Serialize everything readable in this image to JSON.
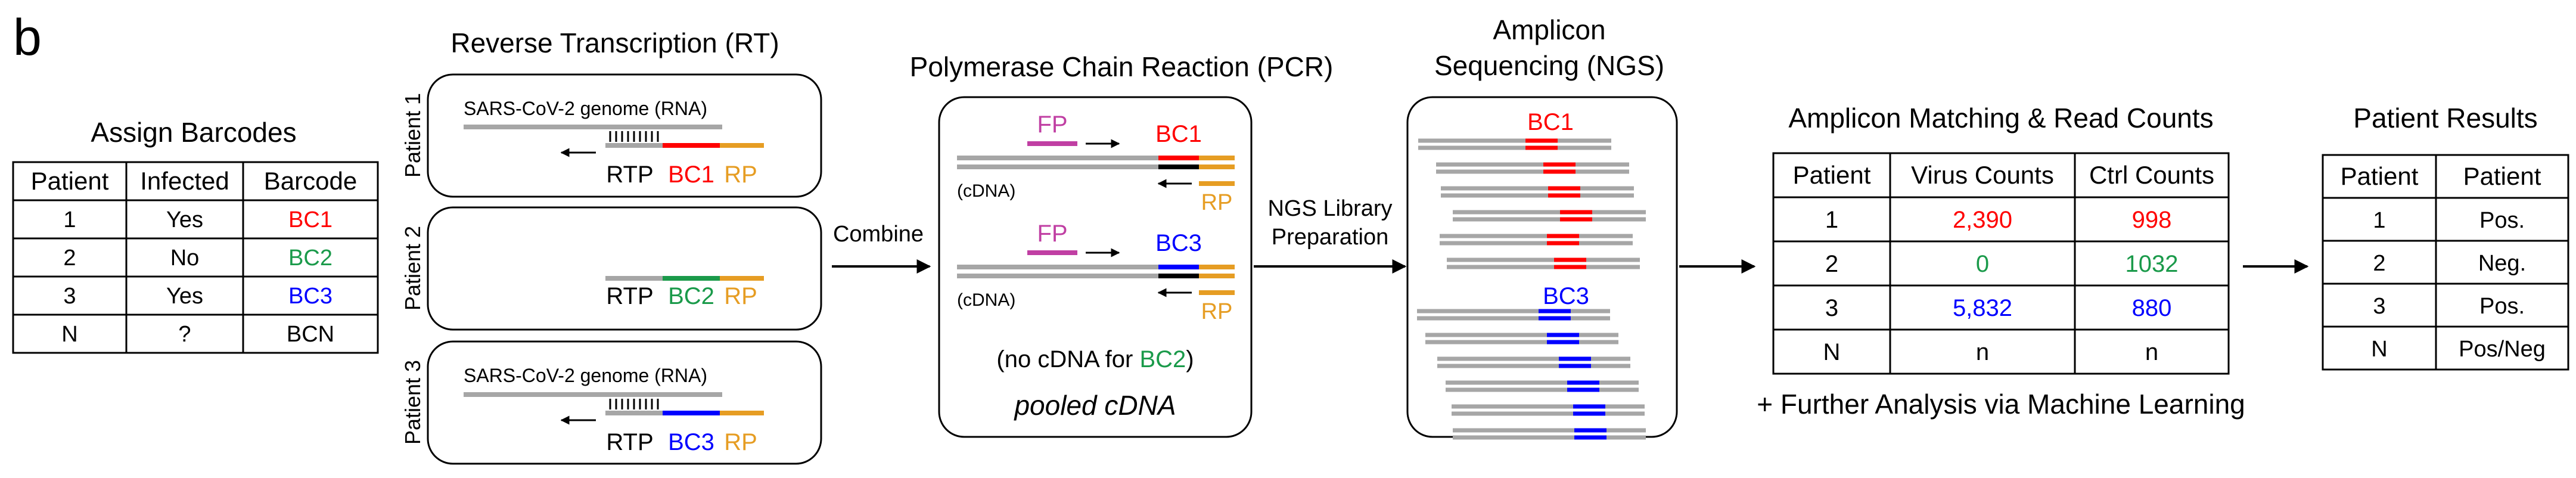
{
  "colors": {
    "bc1": "#ff0000",
    "bc2": "#1a9a4a",
    "bc3": "#0000ff",
    "rp": "#e69d23",
    "fp": "#c03fa3",
    "strand": "#a6a6a6",
    "outline": "#000000"
  },
  "panel_label": "b",
  "barcodes": {
    "title": "Assign Barcodes",
    "headers": [
      "Patient",
      "Infected",
      "Barcode"
    ],
    "rows": [
      {
        "patient": "1",
        "infected": "Yes",
        "barcode": "BC1"
      },
      {
        "patient": "2",
        "infected": "No",
        "barcode": "BC2"
      },
      {
        "patient": "3",
        "infected": "Yes",
        "barcode": "BC3"
      },
      {
        "patient": "N",
        "infected": "?",
        "barcode": "BCN"
      }
    ]
  },
  "rt": {
    "title": "Reverse Transcription (RT)",
    "patients": [
      {
        "label": "Patient 1",
        "genome": "SARS-CoV-2 genome (RNA)",
        "rtp": "RTP",
        "bc": "BC1",
        "rp": "RP"
      },
      {
        "label": "Patient 2",
        "genome": "",
        "rtp": "RTP",
        "bc": "BC2",
        "rp": "RP"
      },
      {
        "label": "Patient 3",
        "genome": "SARS-CoV-2 genome (RNA)",
        "rtp": "RTP",
        "bc": "BC3",
        "rp": "RP"
      }
    ]
  },
  "combine_label": "Combine",
  "pcr": {
    "title": "Polymerase Chain Reaction (PCR)",
    "fp": "FP",
    "cdna": "(cDNA)",
    "bc_top": "BC1",
    "bc_bottom": "BC3",
    "rp": "RP",
    "note_prefix": "(no cDNA for ",
    "note_bc": "BC2",
    "note_suffix": ")",
    "pooled": "pooled cDNA"
  },
  "ngs_prep": {
    "line1": "NGS Library",
    "line2": "Preparation"
  },
  "ngs": {
    "title_line1": "Amplicon",
    "title_line2": "Sequencing (NGS)",
    "bc_top": "BC1",
    "bc_bottom": "BC3"
  },
  "matching": {
    "title": "Amplicon Matching & Read Counts",
    "headers": [
      "Patient",
      "Virus Counts",
      "Ctrl Counts"
    ],
    "rows": [
      {
        "patient": "1",
        "virus": "2,390",
        "ctrl": "998"
      },
      {
        "patient": "2",
        "virus": "0",
        "ctrl": "1032"
      },
      {
        "patient": "3",
        "virus": "5,832",
        "ctrl": "880"
      },
      {
        "patient": "N",
        "virus": "n",
        "ctrl": "n"
      }
    ],
    "footer": "+ Further Analysis via Machine Learning"
  },
  "results": {
    "title": "Patient Results",
    "headers": [
      "Patient",
      "Patient"
    ],
    "rows": [
      {
        "patient": "1",
        "result": "Pos."
      },
      {
        "patient": "2",
        "result": "Neg."
      },
      {
        "patient": "3",
        "result": "Pos."
      },
      {
        "patient": "N",
        "result": "Pos/Neg"
      }
    ]
  }
}
